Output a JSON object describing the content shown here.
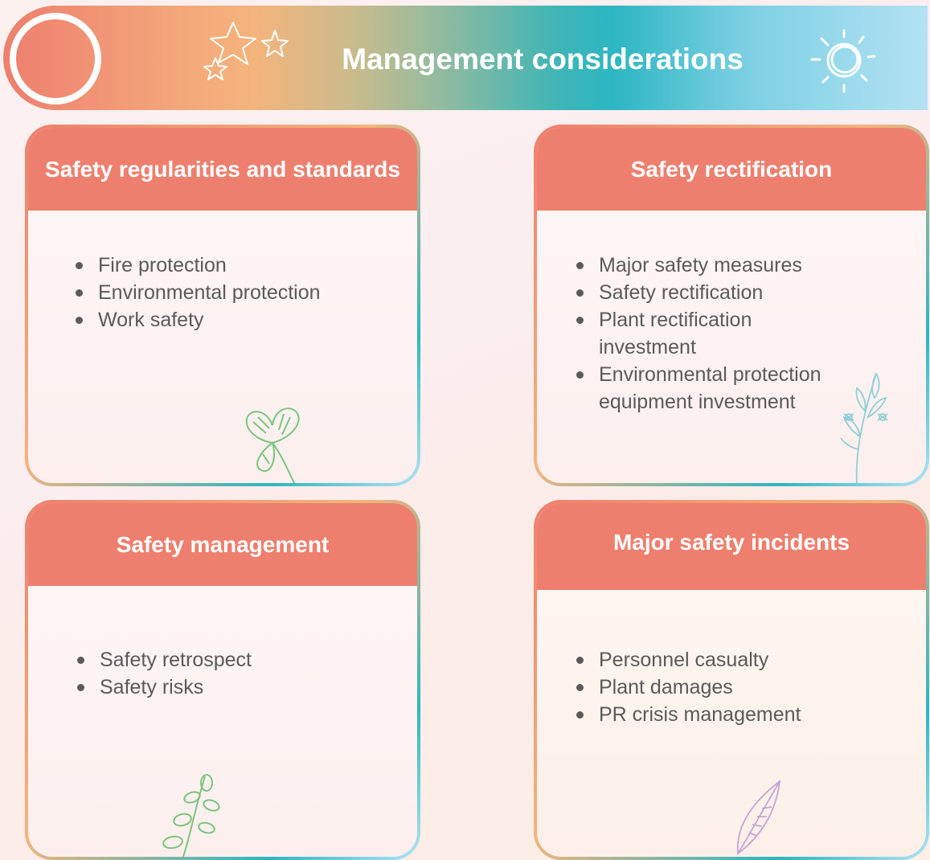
{
  "header": {
    "title": "Management considerations"
  },
  "cards": [
    {
      "title": "Safety regularities and standards",
      "items": [
        "Fire protection",
        "Environmental protection",
        "Work safety"
      ]
    },
    {
      "title": "Safety rectification",
      "items": [
        "Major safety measures",
        "Safety rectification",
        "Plant rectification investment",
        "Environmental protection equipment investment"
      ]
    },
    {
      "title": "Safety management",
      "items": [
        "Safety retrospect",
        "Safety risks"
      ]
    },
    {
      "title": "Major safety incidents",
      "items": [
        "Personnel casualty",
        "Plant damages",
        "PR crisis management"
      ]
    }
  ],
  "colors": {
    "accent": "#ee7f6e",
    "teal": "#2cb6c2",
    "light_blue": "#b3e2f4",
    "text": "#5a5a5a"
  },
  "decorations": [
    "stars-icon",
    "sun-icon",
    "clover-icon",
    "leafy-branch-icon",
    "vine-icon",
    "feather-leaf-icon"
  ]
}
